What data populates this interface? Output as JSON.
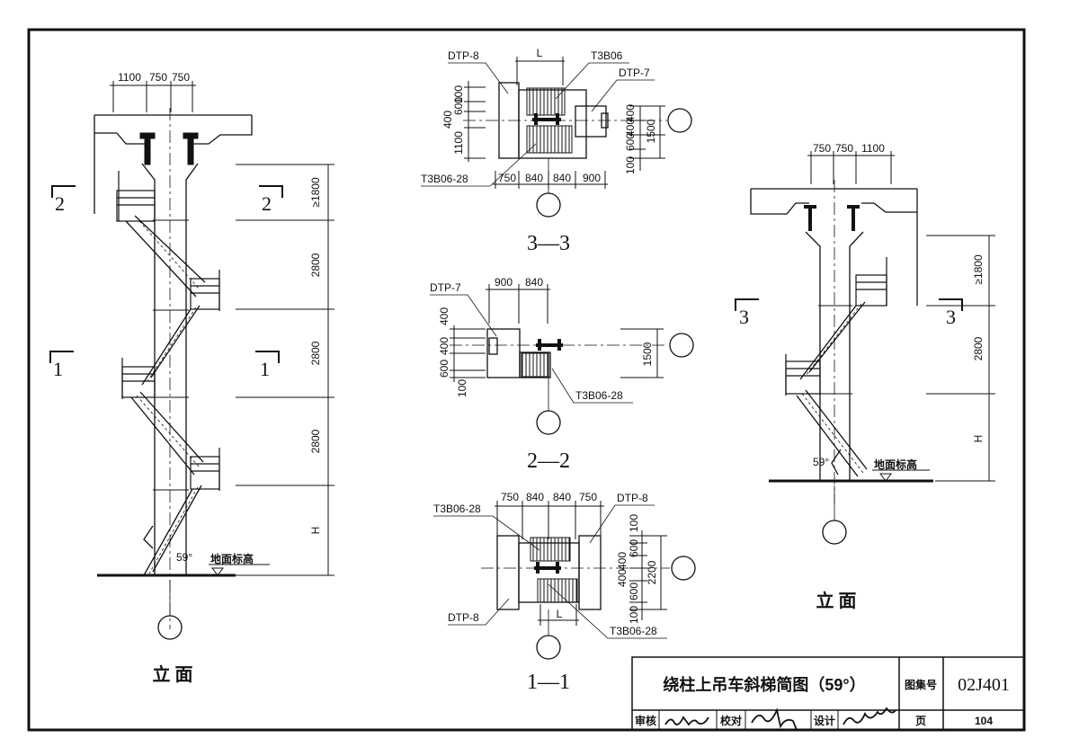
{
  "drawing": {
    "title": "绕柱上吊车斜梯简图（59°）",
    "atlas_label": "图集号",
    "atlas_no": "02J401",
    "reviewer_label": "审核",
    "checker_label": "校对",
    "designer_label": "设计",
    "page_label": "页",
    "page_no": "104"
  },
  "left_elevation": {
    "caption": "立 面",
    "top_dims": [
      "1100",
      "750",
      "750"
    ],
    "right_dims": [
      "≥1800",
      "2800",
      "2800",
      "2800",
      "H"
    ],
    "section_marks": [
      "2",
      "2",
      "1",
      "1"
    ],
    "angle": "59°",
    "ground_label": "地面标高"
  },
  "right_elevation": {
    "caption": "立 面",
    "top_dims": [
      "750",
      "750",
      "1100"
    ],
    "right_dims": [
      "≥1800",
      "2800",
      "H"
    ],
    "section_marks": [
      "3",
      "3"
    ],
    "angle": "59°",
    "ground_label": "地面标高"
  },
  "section_33": {
    "caption": "3—3",
    "dims": {
      "L": "L",
      "left_v": [
        "100",
        "600",
        "400",
        "1100"
      ],
      "right_v": [
        "400",
        "400",
        "600",
        "100"
      ],
      "right_total": "1500",
      "bottom": [
        "750",
        "840",
        "840",
        "900"
      ]
    },
    "labels": {
      "dtp8": "DTP-8",
      "t3b06": "T3B06",
      "dtp7": "DTP-7",
      "t3b06_28": "T3B06-28"
    }
  },
  "section_22": {
    "caption": "2—2",
    "dims": {
      "top": [
        "900",
        "840"
      ],
      "left_v": [
        "400",
        "400",
        "600",
        "100"
      ],
      "right_total": "1500"
    },
    "labels": {
      "dtp7": "DTP-7",
      "t3b06_28": "T3B06-28"
    }
  },
  "section_11": {
    "caption": "1—1",
    "dims": {
      "top": [
        "750",
        "840",
        "840",
        "750"
      ],
      "right_v": [
        "100",
        "600",
        "400",
        "400",
        "600",
        "100"
      ],
      "right_total": "2200",
      "L": "L"
    },
    "labels": {
      "t3b06_28_top": "T3B06-28",
      "dtp8_top": "DTP-8",
      "dtp8_bottom": "DTP-8",
      "t3b06_28_bottom": "T3B06-28"
    }
  }
}
